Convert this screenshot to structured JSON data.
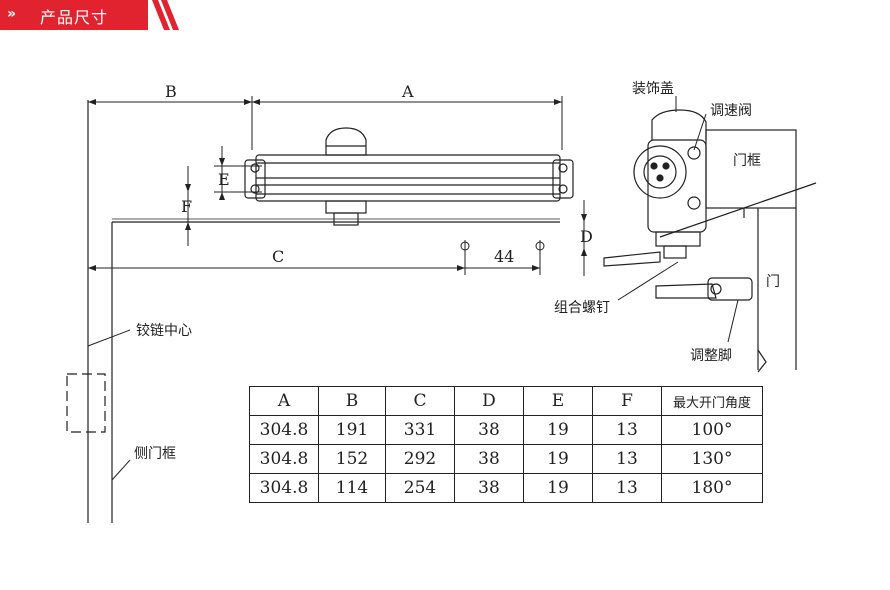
{
  "header": {
    "title": "产品尺寸",
    "chevron": "»",
    "accent_color": "#e0232e"
  },
  "diagram": {
    "dim_labels": {
      "a": "A",
      "b": "B",
      "c": "C",
      "d": "D",
      "e": "E",
      "f": "F",
      "offset": "44"
    },
    "callouts": {
      "cover": "装饰盖",
      "valve": "调速阀",
      "door_frame": "门框",
      "door": "门",
      "screw": "组合螺钉",
      "foot": "调整脚",
      "hinge": "铰链中心",
      "side_frame": "侧门框"
    }
  },
  "table": {
    "headers": [
      "A",
      "B",
      "C",
      "D",
      "E",
      "F",
      "最大开门角度"
    ],
    "rows": [
      [
        "304.8",
        "191",
        "331",
        "38",
        "19",
        "13",
        "100°"
      ],
      [
        "304.8",
        "152",
        "292",
        "38",
        "19",
        "13",
        "130°"
      ],
      [
        "304.8",
        "114",
        "254",
        "38",
        "19",
        "13",
        "180°"
      ]
    ]
  }
}
